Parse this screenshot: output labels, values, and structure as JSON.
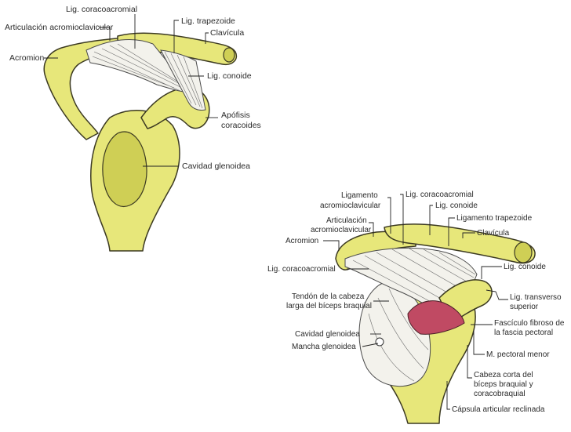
{
  "figure_1": {
    "labels": {
      "lig_coracoacromial": "Lig. coracoacromial",
      "articulacion_acromioclavicular": "Articulación acromioclavicular",
      "acromion": "Acromion",
      "lig_trapezoide": "Lig. trapezoide",
      "clavicula": "Clavícula",
      "lig_conoide": "Lig. conoide",
      "apofisis_line1": "Apófisis",
      "apofisis_line2": "coracoides",
      "cavidad_glenoidea": "Cavidad glenoidea"
    }
  },
  "figure_2": {
    "labels": {
      "ligamento_ac_line1": "Ligamento",
      "ligamento_ac_line2": "acromioclavicular",
      "lig_coracoacromial_top": "Lig. coracoacromial",
      "lig_conoide": "Lig. conoide",
      "articulacion_line1": "Articulación",
      "articulacion_line2": "acromioclavicular",
      "ligamento_trapezoide": "Ligamento trapezoide",
      "clavicula": "Clavícula",
      "acromion": "Acromion",
      "lig_coracoacromial_left": "Lig. coracoacromial",
      "lig_conoide_right": "Lig. conoide",
      "tendon_line1": "Tendón de la cabeza",
      "tendon_line2": "larga del bíceps braquial",
      "lig_transverso_line1": "Lig. transverso",
      "lig_transverso_line2": "superior",
      "cavidad_glenoidea": "Cavidad glenoidea",
      "fasciculo_line1": "Fascículo fibroso de",
      "fasciculo_line2": "la fascia pectoral",
      "mancha_glenoidea": "Mancha glenoidea",
      "pectoral_menor": "M. pectoral menor",
      "cabeza_corta_line1": "Cabeza corta del",
      "cabeza_corta_line2": "bíceps braquial y",
      "cabeza_corta_line3": "coracobraquial",
      "capsula": "Cápsula articular reclinada"
    }
  },
  "colors": {
    "bone": "#e7e77a",
    "ligament": "#f3f2ec",
    "muscle": "#c04a63",
    "text": "#2a2a2a"
  }
}
